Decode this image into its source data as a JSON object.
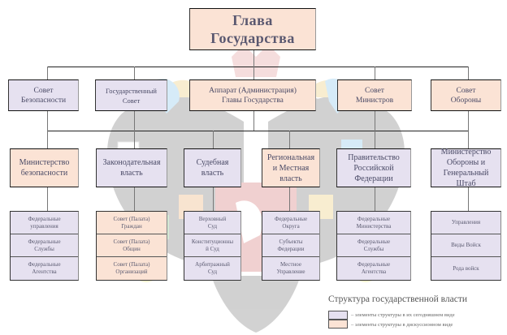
{
  "colors": {
    "current": "#e6e1f0",
    "discussion": "#fbe3d5"
  },
  "head": {
    "label": "Глава\nГосударства",
    "type": "discussion"
  },
  "row1": [
    {
      "label": "Совет\nБезопасности",
      "type": "current"
    },
    {
      "label": "Государственный\nСовет",
      "type": "current"
    },
    {
      "label": "Аппарат (Администрация)\nГлавы Государства",
      "type": "discussion"
    },
    {
      "label": "Совет\nМинистров",
      "type": "discussion"
    },
    {
      "label": "Совет\nОбороны",
      "type": "discussion"
    }
  ],
  "row2": [
    {
      "label": "Министерство\nбезопасности",
      "type": "discussion"
    },
    {
      "label": "Законодательная\nвласть",
      "type": "current"
    },
    {
      "label": "Судебная\nвласть",
      "type": "current"
    },
    {
      "label": "Региональная\nи Местная\nвласть",
      "type": "discussion"
    },
    {
      "label": "Правительство\nРоссийской\nФедерации",
      "type": "current"
    },
    {
      "label": "Министерство\nОбороны и\nГенеральный\nШтаб",
      "type": "current"
    }
  ],
  "row3": [
    {
      "type": "current",
      "cells": [
        "Федеральные\nуправления",
        "Федеральные\nСлужбы",
        "Федеральные\nАгентства"
      ]
    },
    {
      "type": "discussion",
      "cells": [
        "Совет (Палата)\nГраждан",
        "Совет (Палата)\nОбщин",
        "Совет (Палата)\nОрганизаций"
      ]
    },
    {
      "type": "current",
      "cells": [
        "Верховный\nСуд",
        "Конституционны\nй Суд",
        "Арбитражный\nСуд"
      ]
    },
    {
      "type": "current",
      "cells": [
        "Федеральные\nОкруга",
        "Субъекты\nФедерации",
        "Местное\nУправление"
      ]
    },
    {
      "type": "current",
      "cells": [
        "Федеральные\nМинистерства",
        "Федеральные\nСлужбы",
        "Федеральные\nАгентства"
      ]
    },
    {
      "type": "current",
      "cells": [
        "Управления",
        "Виды Войск",
        "Рода войск"
      ]
    }
  ],
  "legend": {
    "title": "Структура государственной власти",
    "items": [
      {
        "type": "current",
        "label": "– элементы структуры в их сегодняшнем виде"
      },
      {
        "type": "discussion",
        "label": "– элементы структуры в дискуссионном виде"
      }
    ]
  },
  "background": {
    "watermark": "double-headed-eagle-coat-of-arms"
  }
}
